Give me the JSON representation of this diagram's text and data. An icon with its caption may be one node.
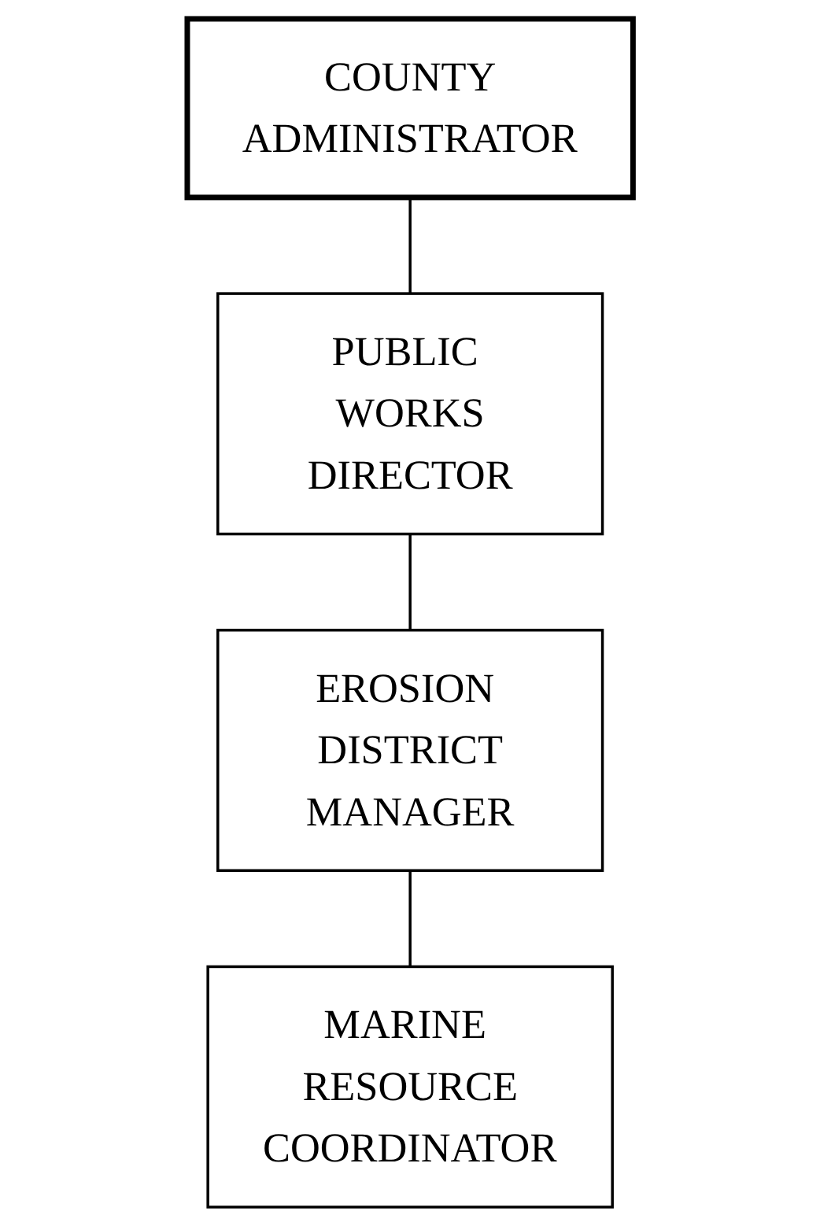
{
  "diagram": {
    "nodes": [
      {
        "text": [
          "COUNTY ADMINISTRATOR"
        ]
      },
      {
        "text": [
          "PUBLIC WORKS DIRECTOR"
        ]
      },
      {
        "text": [
          "EROSION DISTRICT MANAGER"
        ]
      },
      {
        "text": [
          "MARINE RESOURCE COORDINATOR"
        ]
      }
    ],
    "edges": [
      {
        "from": 0,
        "to": 1,
        "arrow": "none"
      },
      {
        "from": 1,
        "to": 2,
        "arrow": "none"
      },
      {
        "from": 2,
        "to": 3,
        "arrow": "none"
      }
    ]
  }
}
